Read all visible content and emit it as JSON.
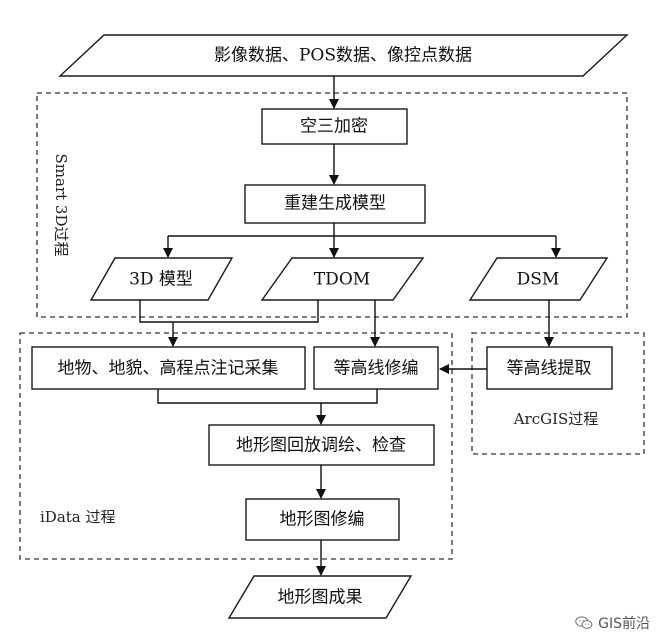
{
  "nodes": {
    "input": "影像数据、POS数据、像控点数据",
    "aerotriangulation": "空三加密",
    "reconstruct": "重建生成模型",
    "model3d": "3D 模型",
    "tdom": "TDOM",
    "dsm": "DSM",
    "feature_collection": "地物、地貌、高程点注记采集",
    "contour_edit": "等高线修编",
    "contour_extract": "等高线提取",
    "review": "地形图回放调绘、检查",
    "map_edit": "地形图修编",
    "result": "地形图成果"
  },
  "groups": {
    "smart3d": "Smart 3D过程",
    "idata": "iData 过程",
    "arcgis": "ArcGIS过程"
  },
  "watermark": {
    "text": "GIS前沿",
    "icon": "wechat-icon"
  }
}
